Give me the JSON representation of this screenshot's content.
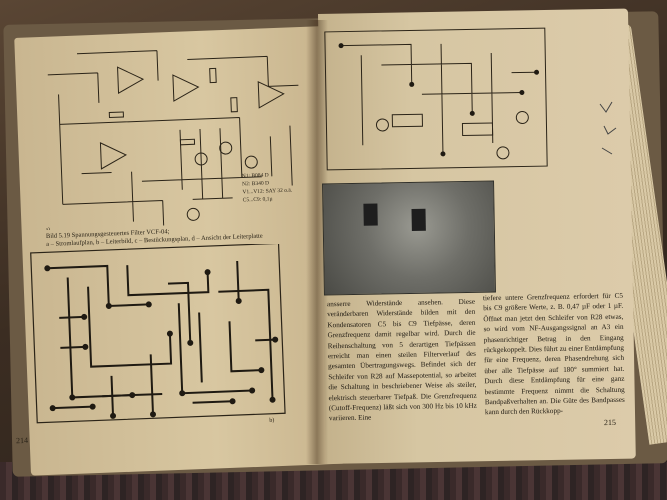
{
  "book": {
    "left_page": {
      "caption_lines": [
        "Bild 5.19  Spannungsgesteuertes Filter VCF-04;",
        "a – Stromlaufplan, b – Leiterbild, c – Bestückungsplan, d – Ansicht der Leiterplatte"
      ],
      "labels": [
        "a)",
        "b)"
      ],
      "part_list": [
        "N1: B084 D",
        "N2: B340 D",
        "V1...V12: SAY 32 o.ä.",
        "C5...C9: 0,1µ"
      ],
      "page_number": "214"
    },
    "right_page": {
      "column_left": "ansserre Widerstände ansehen. Diese veränderbaren Widerstände bilden mit den Kondensatoren C5 bis C9 Tiefpässe, deren Grenzfrequenz damit regelbar wird. Durch die Reihenschaltung von 5 derartigen Tiefpässen erreicht man einen steilen Filterverlauf des gesamten Übertragungswegs. Befindet sich der Schleifer von R28 auf Massepotential, so arbeitet die Schaltung in beschriebener Weise als steiler, elektrisch steuerbarer Tiefpaß. Die Grenzfrequenz (Cutoff-Frequenz) läßt sich von 300 Hz bis 10 kHz variieren. Eine",
      "column_right": "tiefere untere Grenzfrequenz erfordert für C5 bis C9 größere Werte, z. B. 0,47 µF oder 1 µF. Öffnet man jetzt den Schleifer von R28 etwas, so wird vom NF-Ausgangssignal an A3 ein phasenrichtiger Betrag in den Eingang rückgekoppelt. Dies führt zu einer Entdämpfung für eine Frequenz, deren Phasendrehung sich über alle Tiefpässe auf 180° summiert hat. Durch diese Entdämpfung für eine ganz bestimmte Frequenz nimmt die Schaltung Bandpaßverhalten an. Die Güte des Bandpasses kann durch den Rückkopp-",
      "page_number": "215"
    }
  }
}
